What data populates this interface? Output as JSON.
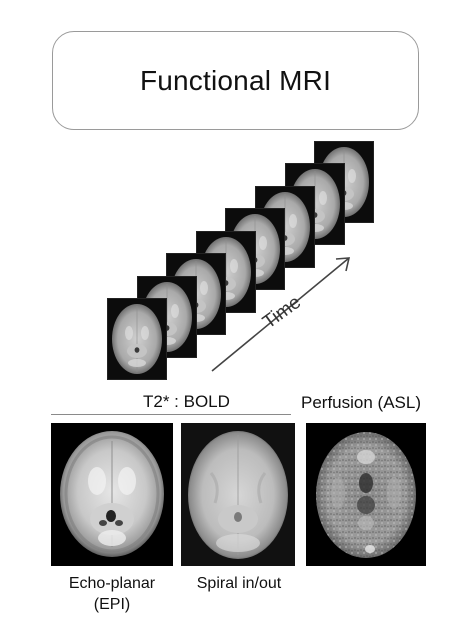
{
  "title": "Functional MRI",
  "time_label": "Time",
  "bold_label": "T2* : BOLD",
  "asl_label": "Perfusion (ASL)",
  "captions": {
    "epi_line1": "Echo-planar",
    "epi_line2": "(EPI)",
    "spiral": "Spiral in/out"
  },
  "time_series_frame_count": 8
}
